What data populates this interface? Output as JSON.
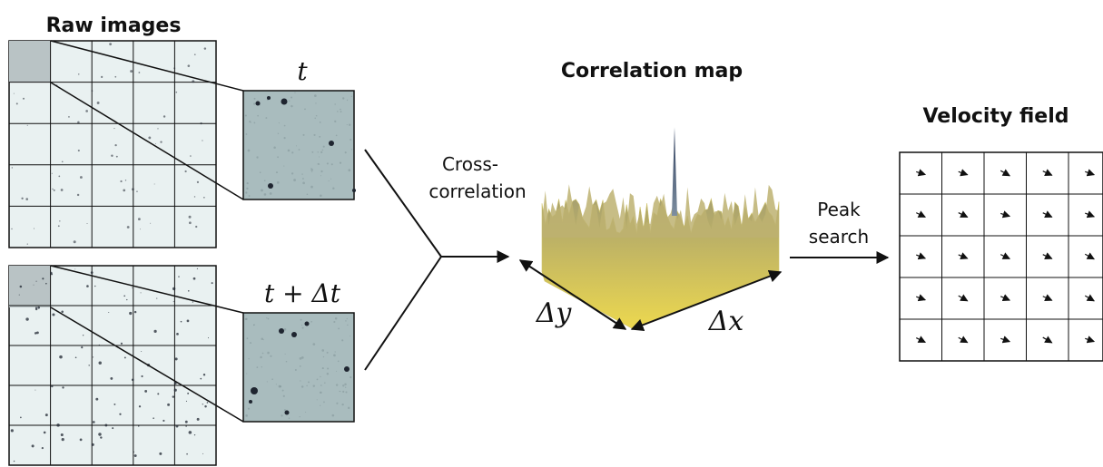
{
  "raw_images": {
    "title": "Raw images",
    "frames": [
      {
        "label": "t"
      },
      {
        "label": "t + Δt"
      }
    ]
  },
  "cross_correlation": {
    "line1": "Cross-",
    "line2": "correlation"
  },
  "correlation_map": {
    "title": "Correlation map",
    "axis_y": "Δy",
    "axis_x": "Δx",
    "surface_color": "#e6d96a",
    "peak_color": "#3d4f6e"
  },
  "peak_search": {
    "line1": "Peak",
    "line2": "search"
  },
  "velocity_field": {
    "title": "Velocity field",
    "rows": 5,
    "cols": 5
  },
  "colors": {
    "image_background": "#e9f1f1",
    "window_tint": "#b9c3c5",
    "particle": "#1f2530",
    "interrogation_window": "#a9bcbe",
    "line": "#111111"
  }
}
